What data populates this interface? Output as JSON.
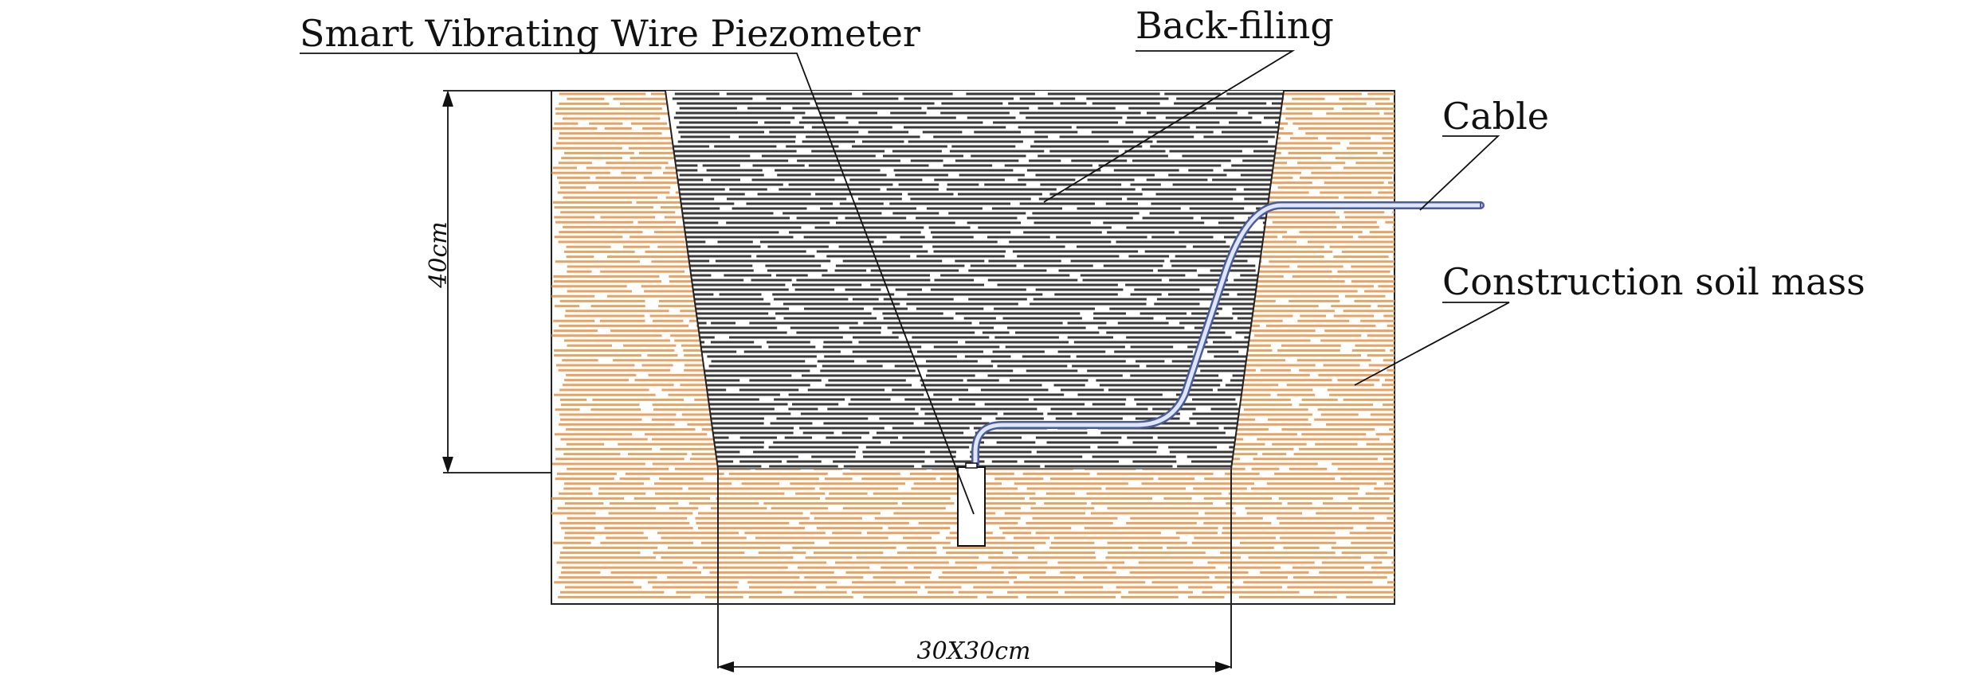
{
  "labels": {
    "piezometer": "Smart Vibrating Wire Piezometer",
    "backfill": "Back-filing",
    "cable": "Cable",
    "soil": "Construction soil mass"
  },
  "dimensions": {
    "height": "40cm",
    "width": "30X30cm"
  },
  "colors": {
    "soil": "#e8a262",
    "backfill": "#3a3a3a",
    "cable": "#6f86c8",
    "lines": "#111111"
  }
}
